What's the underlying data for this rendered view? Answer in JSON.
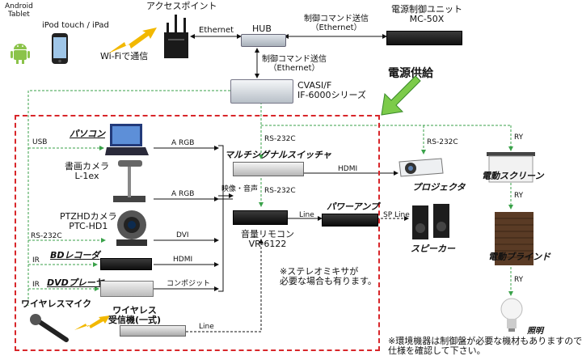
{
  "top_left": {
    "android": "Android\nTablet",
    "ipod": "iPod touch / iPad",
    "wifi": "Wi-Fiで通信"
  },
  "access_point": "アクセスポイント",
  "ethernet1": "Ethernet",
  "hub": "HUB",
  "control_cmd1": "制御コマンド送信\n（Ethernet）",
  "power_unit": "電源制御ユニット\nMC-50X",
  "control_cmd2": "制御コマンド送信\n（Ethernet）",
  "power_supply": "電源供給",
  "cvas": "CVASI/F\nIF-6000シリーズ",
  "usb": "USB",
  "pc": "パソコン",
  "document_camera": "書画カメラ\nL-1ex",
  "ptz_camera": "PTZHDカメラ\nPTC-HD1",
  "rs232c_left": "RS-232C",
  "bd": "BDレコーダ",
  "ir1": "IR",
  "dvd": "DVDプレーヤ",
  "ir2": "IR",
  "wireless_mic": "ワイヤレスマイク",
  "wireless_rx": "ワイヤレス\n受信機(一式)",
  "signals": {
    "argb1": "A RGB",
    "argb2": "A RGB",
    "dvi": "DVI",
    "hdmi1": "HDMI",
    "composite": "コンポジット",
    "line_bottom": "Line",
    "video_audio": "映像・音声",
    "rs232c_a": "RS-232C",
    "rs232c_b": "RS-232C",
    "hdmi2": "HDMI",
    "line_mid": "Line",
    "sp_line": "SP Line",
    "rs232c_c": "RS-232C",
    "ry1": "RY",
    "ry2": "RY",
    "ry3": "RY"
  },
  "switcher": "マルチシグナルスイッチャ",
  "volume": "音量リモコン\nVR-6122",
  "power_amp": "パワーアンプ",
  "mixer_note": "※ステレオミキサが\n必要な場合も有ります。",
  "projector": "プロジェクタ",
  "speaker": "スピーカー",
  "screen": "電動スクリーン",
  "blind": "電動ブラインド",
  "light": "照明",
  "footnote": "※環境機器は制御盤が必要な機材もありますので、\n仕様を確認して下さい。",
  "colors": {
    "green": "#3aa24a",
    "red": "#d8262a",
    "wifi_yellow": "#f2b800",
    "power_green": "#7ccb4a"
  }
}
